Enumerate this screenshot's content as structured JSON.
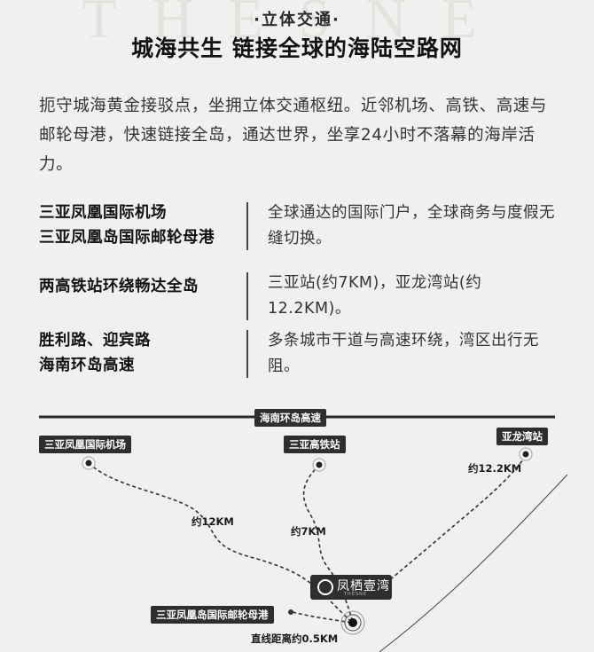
{
  "watermark": "THESNE",
  "section_tag": "·立体交通·",
  "headline": "城海共生  链接全球的海陆空路网",
  "intro": "扼守城海黄金接驳点，坐拥立体交通枢纽。近邻机场、高铁、高速与邮轮母港，快速链接全岛，通达世界，坐享24小时不落幕的海岸活力。",
  "rows": [
    {
      "left_1": "三亚凤凰国际机场",
      "left_2": "三亚凤凰岛国际邮轮母港",
      "right": "全球通达的国际门户，全球商务与度假无缝切换。"
    },
    {
      "left_1": "两高铁站环绕畅达全岛",
      "left_2": "",
      "right": "三亚站(约7KM)，亚龙湾站(约12.2KM)。"
    },
    {
      "left_1": "胜利路、迎宾路",
      "left_2": "海南环岛高速",
      "right": "多条城市干道与高速环绕，湾区出行无阻。"
    }
  ],
  "map": {
    "highway_label": "海南环岛高速",
    "airport_label": "三亚凤凰国际机场",
    "rail_station_label": "三亚高铁站",
    "yalong_label": "亚龙湾站",
    "port_label": "三亚凤凰岛国际邮轮母港",
    "dist_airport": "约12KM",
    "dist_rail": "约7KM",
    "dist_yalong": "约12.2KM",
    "dist_port": "直线距离约0.5KM",
    "brand_name": "凤栖壹湾",
    "brand_sub": "THESNE"
  },
  "colors": {
    "background": "#f1f0ee",
    "label_bg": "#2e2e2e"
  }
}
